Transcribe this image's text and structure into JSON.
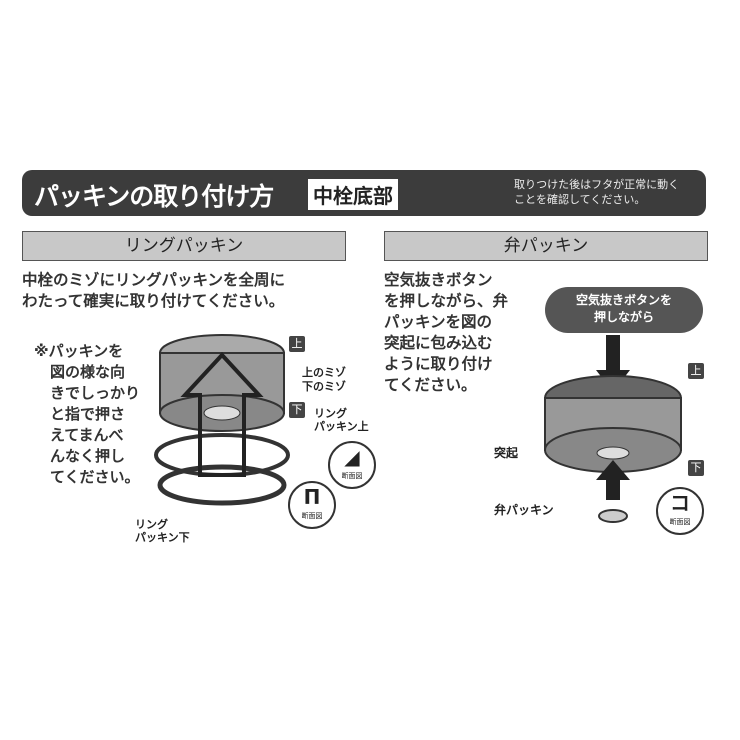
{
  "banner": {
    "title": "パッキンの取り付け方",
    "badge": "中栓底部",
    "note_lines": [
      "取りつけた後はフタが正常に動く",
      "ことを確認してください。"
    ]
  },
  "left": {
    "header": "リングパッキン",
    "instruction_lines": [
      "中栓のミゾにリングパッキンを全周に",
      "わたって確実に取り付けてください。"
    ],
    "note_lines": [
      "※パッキンを",
      "図の様な向",
      "きでしっかり",
      "と指で押さ",
      "えてまんべ",
      "んなく押し",
      "てください。"
    ],
    "labels": {
      "top": "上",
      "bottom": "下",
      "upper_groove": "上のミゾ",
      "lower_groove": "下のミゾ",
      "ring_upper": [
        "リング",
        "パッキン上"
      ],
      "ring_lower": [
        "リング",
        "パッキン下"
      ],
      "cross_section": "断面図"
    }
  },
  "right": {
    "header": "弁パッキン",
    "instruction_lines": [
      "空気抜きボタン",
      "を押しながら、弁",
      "パッキンを図の",
      "突起に包み込む",
      "ように取り付け",
      "てください。"
    ],
    "callout_lines": [
      "空気抜きボタンを",
      "押しながら"
    ],
    "labels": {
      "top": "上",
      "bottom": "下",
      "protrusion": "突起",
      "valve_packing": "弁パッキン",
      "cross_section": "断面図"
    }
  }
}
